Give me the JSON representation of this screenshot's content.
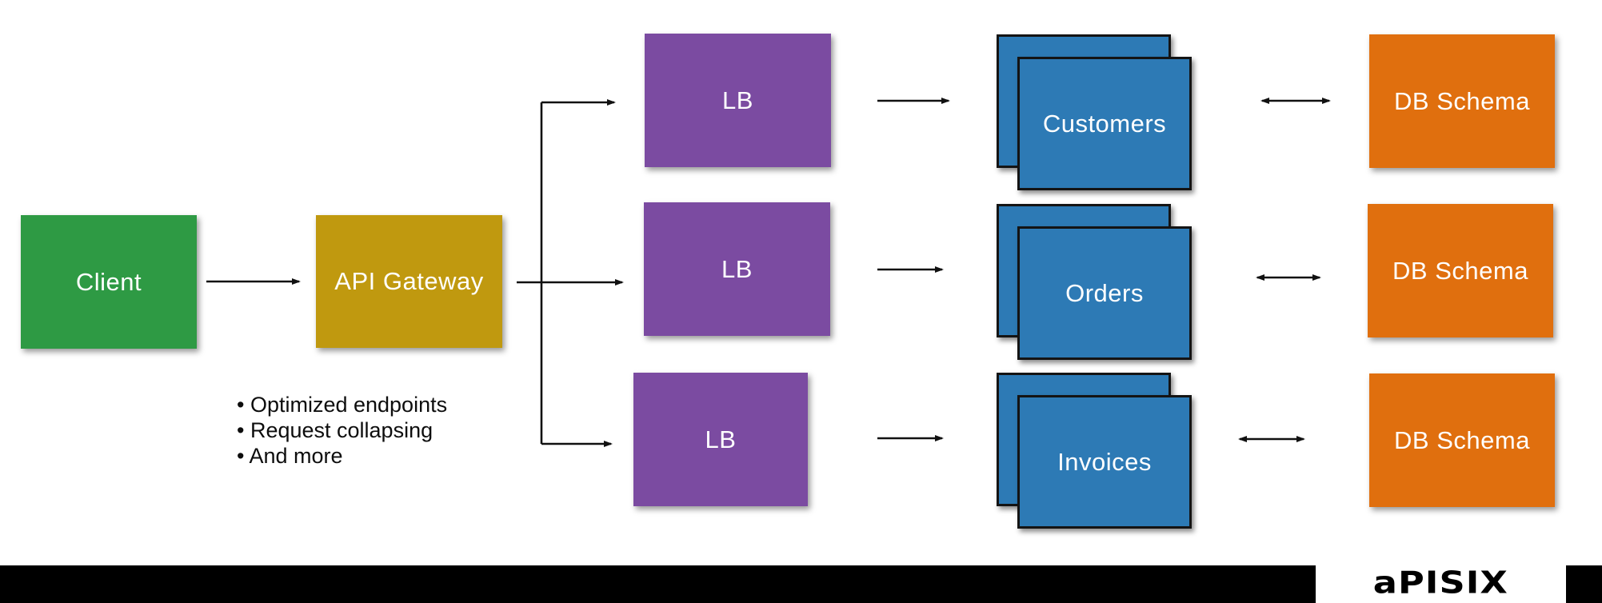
{
  "diagram": {
    "nodes": {
      "client": {
        "label": "Client",
        "color": "#2E9A44"
      },
      "api_gateway": {
        "label": "API Gateway",
        "color": "#C0990F"
      },
      "load_balancers": [
        {
          "label": "LB"
        },
        {
          "label": "LB"
        },
        {
          "label": "LB"
        }
      ],
      "lb_color": "#7B4BA1",
      "services": [
        {
          "label": "Customers"
        },
        {
          "label": "Orders"
        },
        {
          "label": "Invoices"
        }
      ],
      "service_color": "#2D7AB5",
      "db_schemas": [
        {
          "label": "DB Schema"
        },
        {
          "label": "DB Schema"
        },
        {
          "label": "DB Schema"
        }
      ],
      "db_color": "#E06F0E"
    },
    "gateway_notes": [
      "• Optimized endpoints",
      "• Request collapsing",
      "• And more"
    ],
    "connector_color": "#111111",
    "footer": {
      "bar_color": "#000000",
      "logo_text": "aPISIX"
    }
  }
}
